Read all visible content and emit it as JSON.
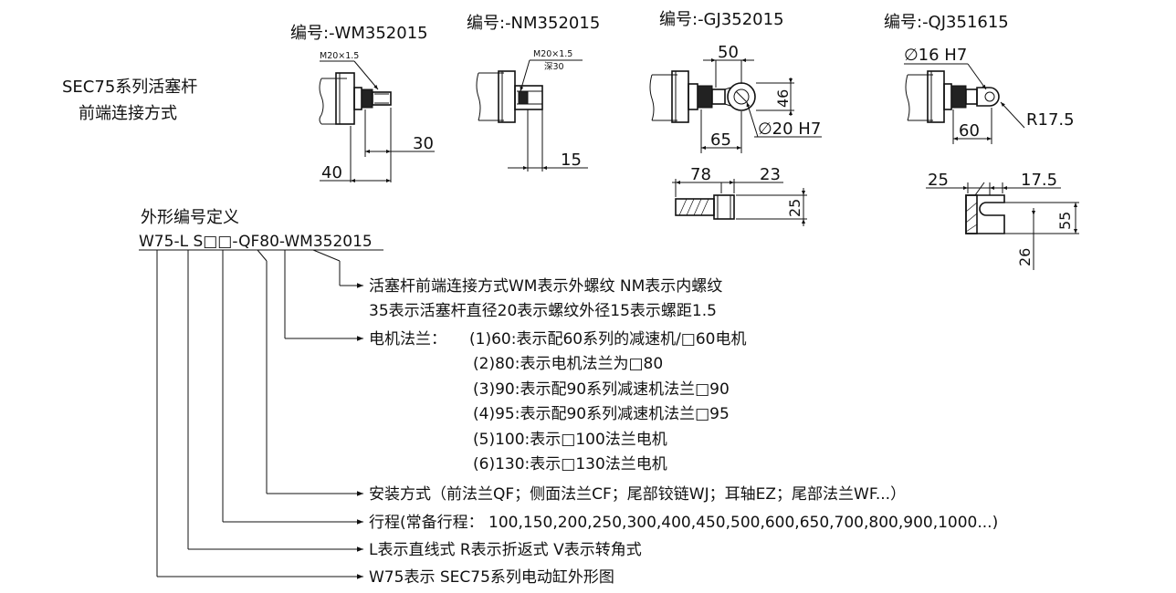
{
  "title": {
    "line1": "SEC75系列活塞杆",
    "line2": "前端连接方式"
  },
  "variants": [
    {
      "code": "编号:-WM352015",
      "thread": "M20×1.5",
      "dims": [
        "30",
        "40"
      ]
    },
    {
      "code": "编号:-NM352015",
      "thread": "M20×1.5",
      "depth": "深30",
      "dims": [
        "15"
      ]
    },
    {
      "code": "编号:-GJ352015",
      "dims": [
        "50",
        "46",
        "65",
        "∅20 H7",
        "78",
        "23",
        "25"
      ]
    },
    {
      "code": "编号:-QJ351615",
      "dims": [
        "∅16 H7",
        "R17.5",
        "60",
        "25",
        "17.5",
        "55",
        "26"
      ]
    }
  ],
  "definition": {
    "heading": "外形编号定义",
    "model_code": "W75-L S□□-QF80-WM352015"
  },
  "descriptions": {
    "piston_front": {
      "line1": "活塞杆前端连接方式WM表示外螺纹 NM表示内螺纹",
      "line2": "35表示活塞杆直径20表示螺纹外径15表示螺距1.5"
    },
    "motor_flange": {
      "label": "电机法兰：",
      "options": [
        "(1)60:表示配60系列的减速机/□60电机",
        "(2)80:表示电机法兰为□80",
        "(3)90:表示配90系列减速机法兰□90",
        "(4)95:表示配90系列减速机法兰□95",
        "(5)100:表示□100法兰电机",
        "(6)130:表示□130法兰电机"
      ]
    },
    "mounting": "安装方式（前法兰QF；侧面法兰CF；尾部铰链WJ；耳轴EZ；尾部法兰WF...）",
    "stroke": "行程(常备行程： 100,150,200,250,300,400,450,500,600,650,700,800,900,1000...)",
    "direction": "L表示直线式 R表示折返式 V表示转角式",
    "model": "W75表示 SEC75系列电动缸外形图"
  }
}
